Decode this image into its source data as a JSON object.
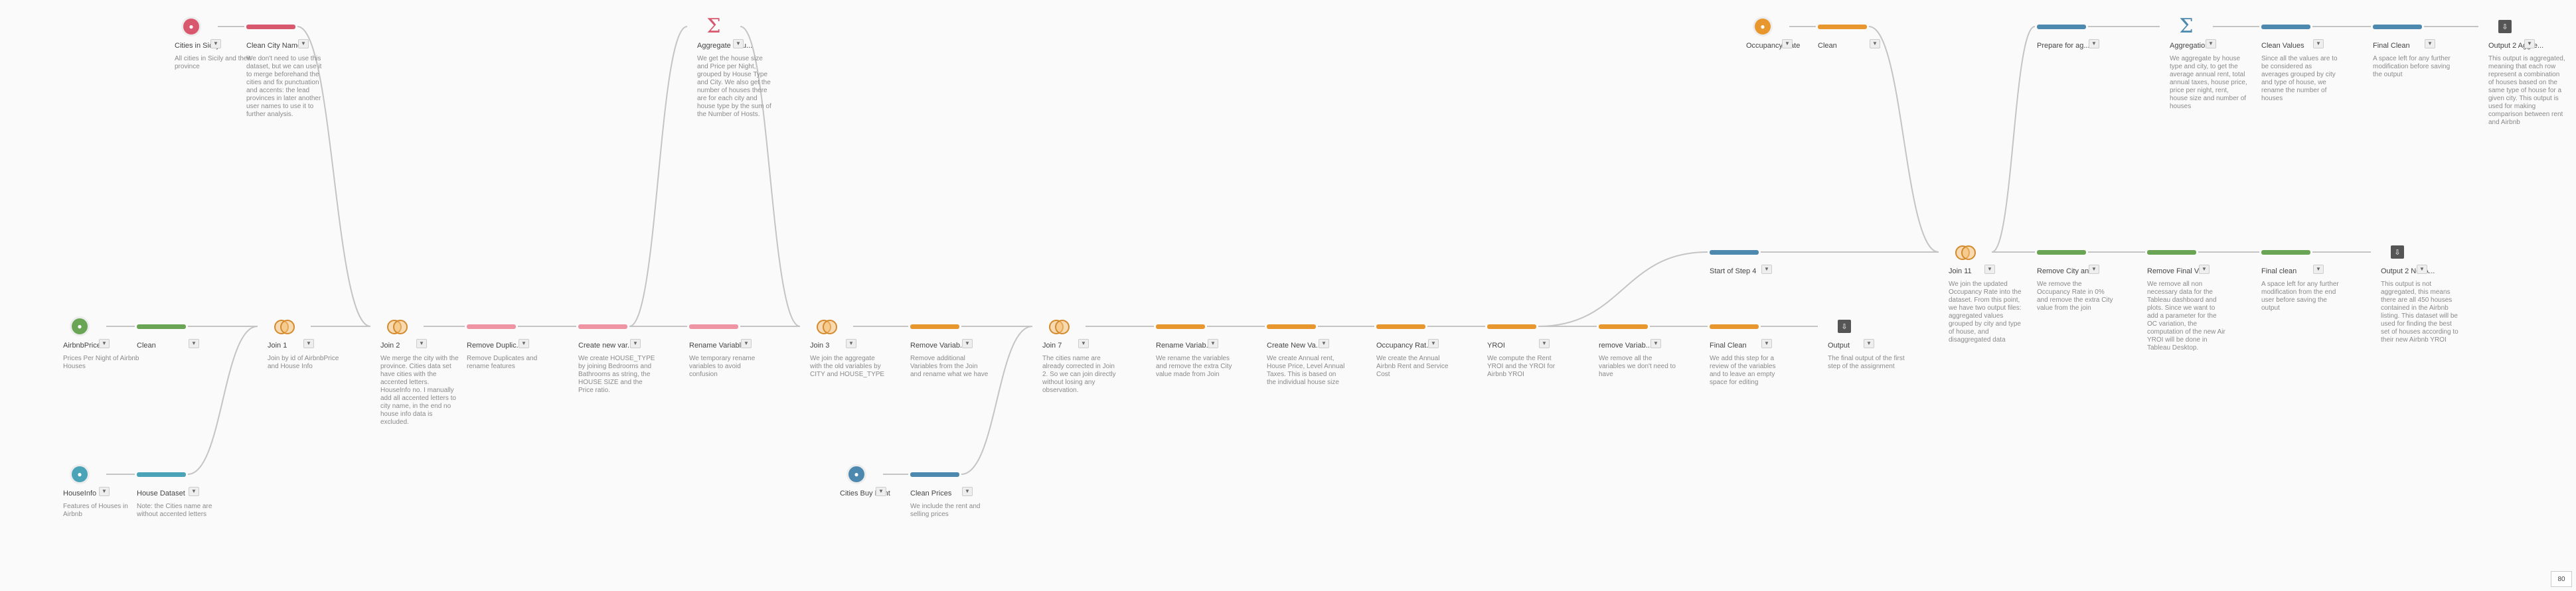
{
  "colors": {
    "red": "#d8586e",
    "pink": "#ef94a3",
    "orange": "#e8962e",
    "green": "#6aa556",
    "blue": "#4d89ae",
    "teal": "#4aa3b7",
    "gray": "#777777",
    "line": "#c4c4c4"
  },
  "canvas": {
    "zoom_label": "80"
  },
  "nodes": [
    {
      "id": "n_cities_sicily",
      "kind": "input",
      "color": "red",
      "label": "Cities in Sicily",
      "note": "All cities in Sicily and their province"
    },
    {
      "id": "n_clean_city",
      "kind": "clean",
      "color": "red",
      "label": "Clean City Names",
      "note": "We don't need to use this dataset, but we can use it to merge beforehand the cities and fix punctuation and accents: the lead provinces in later another user names to use it to further analysis."
    },
    {
      "id": "n_airbnb_price",
      "kind": "input",
      "color": "green",
      "label": "AirbnbPrices",
      "note": "Prices Per Night of Airbnb Houses"
    },
    {
      "id": "n_clean1",
      "kind": "clean",
      "color": "green",
      "label": "Clean",
      "note": ""
    },
    {
      "id": "n_join1",
      "kind": "join",
      "color": "orange",
      "label": "Join 1",
      "note": "Join by id of AirbnbPrice and House Info"
    },
    {
      "id": "n_housinfo",
      "kind": "input",
      "color": "teal",
      "label": "HouseInfo",
      "note": "Features of Houses in Airbnb"
    },
    {
      "id": "n_house_dataset",
      "kind": "clean",
      "color": "teal",
      "label": "House Dataset",
      "note": "Note: the Cities name are without accented letters"
    },
    {
      "id": "n_join2",
      "kind": "join",
      "color": "orange",
      "label": "Join 2",
      "note": "We merge the city with the province. Cities data set have cities with the accented letters. HouseInfo no. I manually add all accented letters to city name, in the end no house info data is excluded."
    },
    {
      "id": "n_remove_dup",
      "kind": "clean",
      "color": "pink",
      "label": "Remove Duplic...",
      "note": "Remove Duplicates and rename features"
    },
    {
      "id": "n_create_new",
      "kind": "clean",
      "color": "pink",
      "label": "Create new var...",
      "note": "We create HOUSE_TYPE by joining Bedrooms and Bathrooms as string, the HOUSE SIZE and the Price ratio."
    },
    {
      "id": "n_aggregate",
      "kind": "aggregate",
      "color": "red",
      "label": "Aggregate Hou...",
      "note": "We get the house size and Price per Night, grouped by House Type and City. We also get the number of houses there are for each city and house type by the sum of the Number of Hosts."
    },
    {
      "id": "n_rename1",
      "kind": "clean",
      "color": "pink",
      "label": "Rename Variable",
      "note": "We temporary rename variables to avoid confusion"
    },
    {
      "id": "n_join3",
      "kind": "join",
      "color": "orange",
      "label": "Join 3",
      "note": "We join the aggregate with the old variables by CITY and HOUSE_TYPE"
    },
    {
      "id": "n_cities_buy",
      "kind": "input",
      "color": "blue",
      "label": "Cities Buy Rent",
      "note": ""
    },
    {
      "id": "n_clean_prices",
      "kind": "clean",
      "color": "blue",
      "label": "Clean Prices",
      "note": "We include the rent and selling prices"
    },
    {
      "id": "n_remove_vars",
      "kind": "clean",
      "color": "orange",
      "label": "Remove Variab...",
      "note": "Remove additional Variables from the Join and rename what we have"
    },
    {
      "id": "n_join7",
      "kind": "join",
      "color": "orange",
      "label": "Join 7",
      "note": "The cities name are already corrected in Join 2. So we can join directly without losing any observation."
    },
    {
      "id": "n_rename_vars2",
      "kind": "clean",
      "color": "orange",
      "label": "Rename Variab...",
      "note": "We rename the variables and remove the extra City value made from Join"
    },
    {
      "id": "n_create_new2",
      "kind": "clean",
      "color": "orange",
      "label": "Create New Va...",
      "note": "We create Annual rent, House Price, Level Annual Taxes. This is based on the individual house size"
    },
    {
      "id": "n_occupancy_rat",
      "kind": "clean",
      "color": "orange",
      "label": "Occupancy Rat...",
      "note": "We create the Annual Airbnb Rent and Service Cost"
    },
    {
      "id": "n_yroi",
      "kind": "clean",
      "color": "orange",
      "label": "YROI",
      "note": "We compute the Rent YROI and the YROI for Airbnb YROI"
    },
    {
      "id": "n_remove_var3",
      "kind": "clean",
      "color": "orange",
      "label": "remove Variab...",
      "note": "We remove all the variables we don't need to have"
    },
    {
      "id": "n_final_clean1",
      "kind": "clean",
      "color": "orange",
      "label": "Final Clean",
      "note": "We add this step for a review of the variables and to leave an empty space for editing"
    },
    {
      "id": "n_output1",
      "kind": "output",
      "color": "gray",
      "label": "Output",
      "note": "The final output of the first step of the assignment"
    },
    {
      "id": "n_start_step4",
      "kind": "clean",
      "color": "blue",
      "label": "Start of Step 4",
      "note": ""
    },
    {
      "id": "n_occupancy_rate",
      "kind": "input",
      "color": "orange",
      "label": "Occupancy Rate",
      "note": ""
    },
    {
      "id": "n_clean_occ",
      "kind": "clean",
      "color": "orange",
      "label": "Clean",
      "note": ""
    },
    {
      "id": "n_join11",
      "kind": "join",
      "color": "green",
      "label": "Join 11",
      "note": "We join the updated Occupancy Rate into the dataset. From this point, we have two output files: aggregated values grouped by city and type of house, and disaggregated data"
    },
    {
      "id": "n_prepare_agg",
      "kind": "clean",
      "color": "blue",
      "label": "Prepare for ag...",
      "note": ""
    },
    {
      "id": "n_aggregation",
      "kind": "aggregate",
      "color": "blue",
      "label": "Aggregation",
      "note": "We aggregate by house type and city, to get the average annual rent, total annual taxes, house price, price per night, rent, house size and number of houses"
    },
    {
      "id": "n_clean_values",
      "kind": "clean",
      "color": "blue",
      "label": "Clean Values",
      "note": "Since all the values are to be considered as averages grouped by city and type of house, we rename the number of houses"
    },
    {
      "id": "n_final_clean2",
      "kind": "clean",
      "color": "blue",
      "label": "Final Clean",
      "note": "A space left for any further modification before saving the output"
    },
    {
      "id": "n_output2",
      "kind": "output",
      "color": "gray",
      "label": "Output 2 Aggre...",
      "note": "This output is aggregated, meaning that each row represent a combination of houses based on the same type of house for a given city. This output is used for making comparison between rent and Airbnb"
    },
    {
      "id": "n_remove_city",
      "kind": "clean",
      "color": "green",
      "label": "Remove City an...",
      "note": "We remove the Occupancy Rate in 0% and remove the extra City value from the join"
    },
    {
      "id": "n_remove_final",
      "kind": "clean",
      "color": "green",
      "label": "Remove Final V...",
      "note": "We remove all non necessary data for the Tableau dashboard and plots. Since we want to add a parameter for the OC variation, the computation of the new Air YROI will be done in Tableau Desktop."
    },
    {
      "id": "n_final_clean3",
      "kind": "clean",
      "color": "green",
      "label": "Final clean",
      "note": "A space left for any further modification from the end user before saving the output"
    },
    {
      "id": "n_output3",
      "kind": "output",
      "color": "gray",
      "label": "Output 2 Not A...",
      "note": "This output is not aggregated, this means there are all 450 houses contained in the Airbnb listing. This dataset will be used for finding the best set of houses according to their new Airbnb YROI"
    }
  ]
}
